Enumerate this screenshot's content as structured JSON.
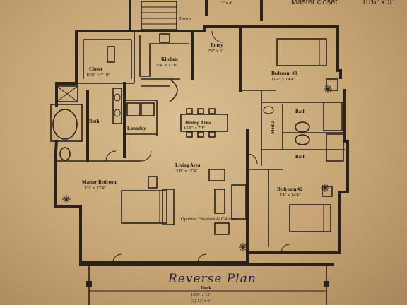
{
  "header": {
    "top_fragment": "12' x 4'",
    "master_closet": "Master closet",
    "master_closet_dim": "10'6\" x 5'"
  },
  "rooms": {
    "closet": {
      "name": "Closet",
      "dim": "10'6\" x 5'10\""
    },
    "kitchen": {
      "name": "Kitchen",
      "dim": "10'4\" x 12'8\""
    },
    "entry": {
      "name": "Entry",
      "dim": "7'6\" x 6'"
    },
    "bedroom3": {
      "name": "Bedroom #3",
      "dim": "11'4\" x 14'4\""
    },
    "bath_master": {
      "name": "Bath"
    },
    "laundry": {
      "name": "Laundry"
    },
    "dining": {
      "name": "Dining Area",
      "dim": "15'8\" x 7'4\""
    },
    "bath_hall": {
      "name": "Bath"
    },
    "bath_small": {
      "name": "Bath"
    },
    "media": {
      "name": "Media"
    },
    "master_bedroom": {
      "name": "Master Bedroom",
      "dim": "13'6\" x 17'4\""
    },
    "living": {
      "name": "Living Area",
      "dim": "15'8\" x 17'4\""
    },
    "bedroom2": {
      "name": "Bedroom #2",
      "dim": "11'4\" x 14'4\""
    },
    "fireplace": {
      "name": "Optional Fireplace & Cabinets"
    },
    "stairs": {
      "name": "Down"
    },
    "porch": {
      "name": "Deck",
      "dim": "16'6\" x 12'",
      "dim2": "(2) 12' x 6'"
    }
  },
  "handwriting": "Reverse Plan"
}
